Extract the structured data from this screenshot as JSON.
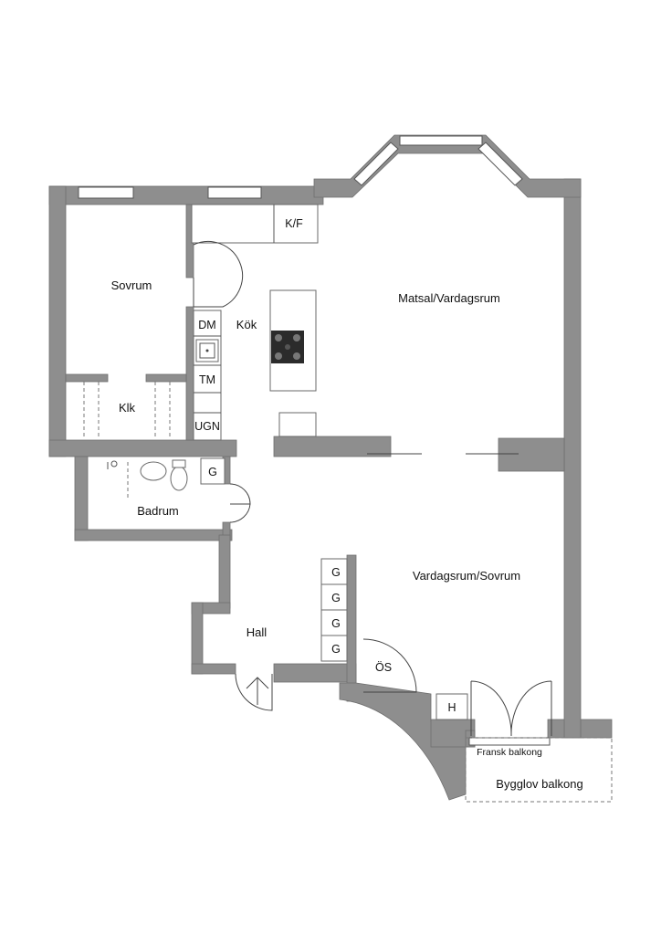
{
  "rooms": {
    "sovrum": "Sovrum",
    "klk": "Klk",
    "kok": "Kök",
    "matsal": "Matsal/Vardagsrum",
    "badrum": "Badrum",
    "hall": "Hall",
    "vardagsrum_sovrum": "Vardagsrum/Sovrum",
    "fransk_balkong": "Fransk balkong",
    "bygglov_balkong": "Bygglov balkong"
  },
  "fixtures": {
    "kf": "K/F",
    "dm": "DM",
    "tm": "TM",
    "ugn": "UGN",
    "g_bath": "G",
    "g_wardrobe": [
      "G",
      "G",
      "G",
      "G"
    ],
    "os": "ÖS",
    "h": "H"
  },
  "colors": {
    "wall": "#8e8e8e",
    "line": "#555555",
    "background": "#ffffff"
  }
}
